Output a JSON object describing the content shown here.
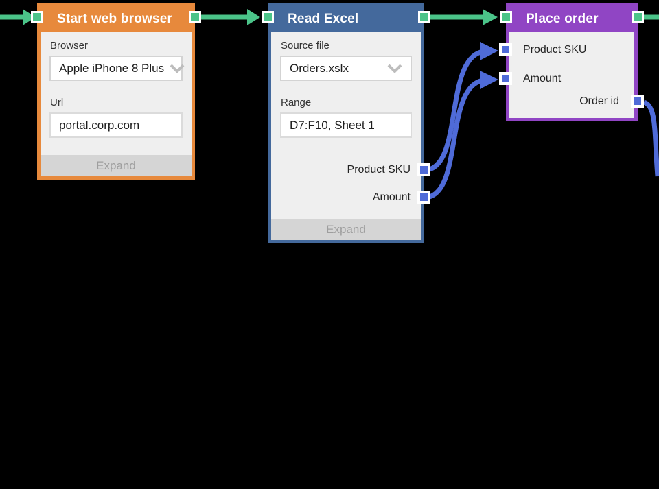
{
  "app": {
    "name": "flow-automation-canvas",
    "background": "#000000"
  },
  "colors": {
    "flow_connector_green": "#4BC489",
    "data_wire_blue": "#4F6BD8",
    "node_start_accent": "#E7893C",
    "node_excel_accent": "#44699C",
    "node_order_accent": "#9045C4",
    "node_body_gray": "#EFEFEF",
    "expand_bar_gray": "#D5D5D5",
    "expand_text_gray": "#9E9E9E"
  },
  "flow": {
    "nodes": [
      {
        "title": "Start web browser",
        "accent": "#E7893C",
        "fields": [
          {
            "label": "Browser",
            "value": "Apple iPhone 8 Plus",
            "control": "dropdown"
          },
          {
            "label": "Url",
            "value": "portal.corp.com",
            "control": "text-input"
          }
        ],
        "expand_label": "Expand"
      },
      {
        "title": "Read Excel",
        "accent": "#44699C",
        "fields": [
          {
            "label": "Source file",
            "value": "Orders.xslx",
            "control": "dropdown"
          },
          {
            "label": "Range",
            "value": "D7:F10, Sheet 1",
            "control": "text-input"
          }
        ],
        "outputs": [
          "Product SKU",
          "Amount"
        ],
        "expand_label": "Expand"
      },
      {
        "title": "Place order",
        "accent": "#9045C4",
        "inputs": [
          "Product SKU",
          "Amount"
        ],
        "outputs": [
          "Order id"
        ]
      }
    ],
    "connections": [
      {
        "from": "canvas-left-edge",
        "to": "Start web browser",
        "type": "flow"
      },
      {
        "from": "Start web browser",
        "to": "Read Excel",
        "type": "flow"
      },
      {
        "from": "Read Excel",
        "to": "Place order",
        "type": "flow"
      },
      {
        "from": "Place order",
        "to": "canvas-right-edge",
        "type": "flow"
      },
      {
        "from": "Read Excel.Product SKU",
        "to": "Place order.Product SKU",
        "type": "data"
      },
      {
        "from": "Read Excel.Amount",
        "to": "Place order.Amount",
        "type": "data"
      },
      {
        "from": "Place order.Order id",
        "to": "canvas-right-edge",
        "type": "data"
      }
    ],
    "icons": {
      "dropdown": "chevron-down-icon"
    }
  }
}
